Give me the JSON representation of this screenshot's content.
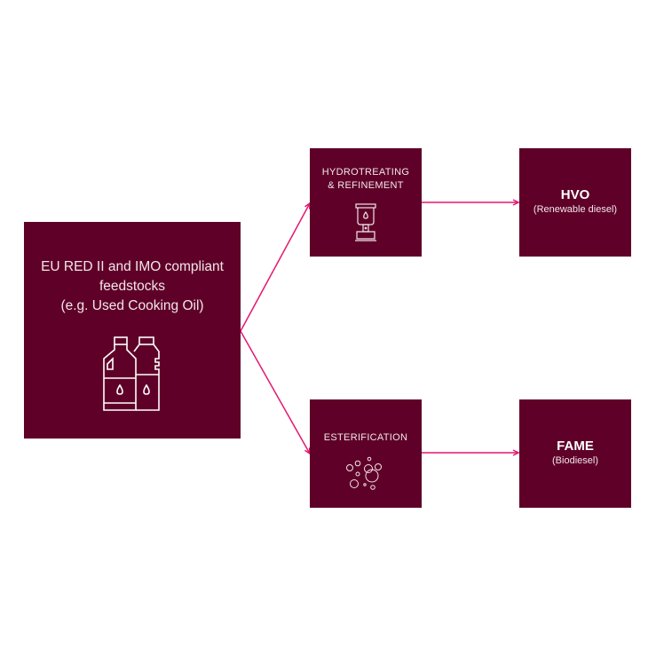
{
  "feedstock": {
    "lines": [
      "EU RED II and IMO compliant",
      "feedstocks",
      "(e.g. Used Cooking Oil)"
    ],
    "icon": "oil-bottles-icon"
  },
  "processes": [
    {
      "lines": [
        "HYDROTREATING",
        "& REFINEMENT"
      ],
      "icon": "lantern-icon"
    },
    {
      "lines": [
        "ESTERIFICATION"
      ],
      "icon": "bubbles-icon"
    }
  ],
  "outputs": [
    {
      "title": "HVO",
      "subtitle": "(Renewable diesel)"
    },
    {
      "title": "FAME",
      "subtitle": "(Biodiesel)"
    }
  ],
  "colors": {
    "box": "#5f0028",
    "arrow": "#e5176f"
  }
}
